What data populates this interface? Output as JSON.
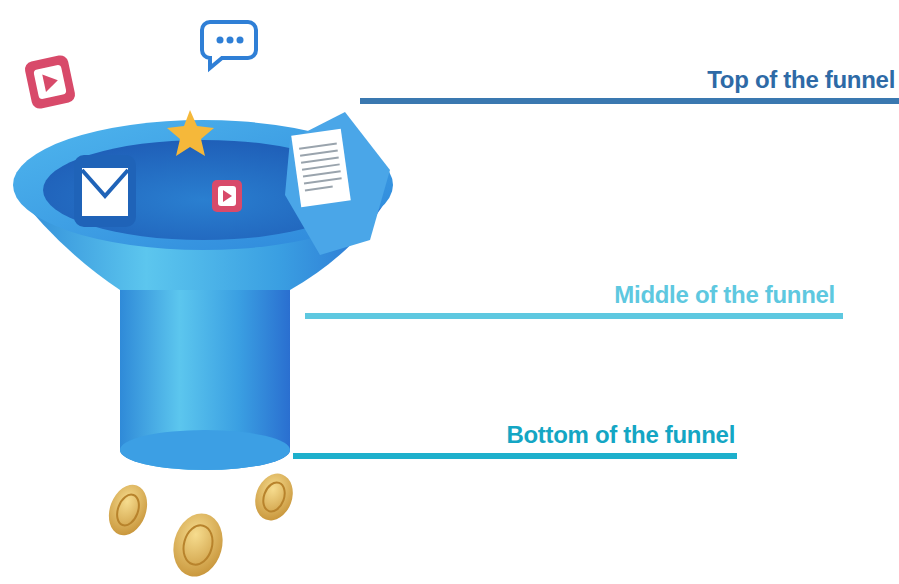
{
  "diagram": {
    "labels": [
      "Top of the funnel",
      "Middle of the funnel",
      "Bottom of the funnel"
    ]
  }
}
